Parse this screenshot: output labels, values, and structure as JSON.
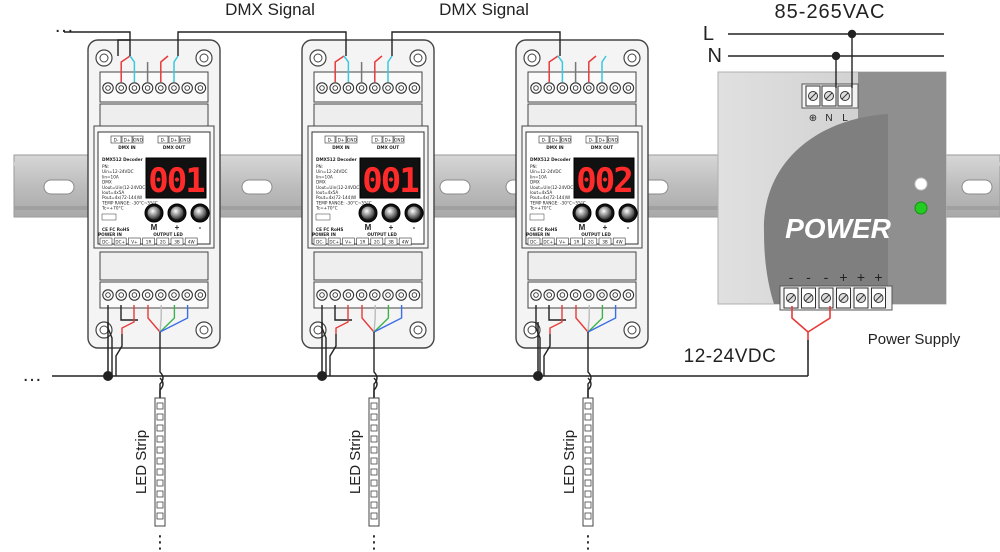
{
  "labels": {
    "dmx_signal_1": "DMX Signal",
    "dmx_signal_2": "DMX Signal",
    "ac_input": "85-265VAC",
    "line_l": "L",
    "line_n": "N",
    "dc_voltage": "12-24VDC",
    "power_supply": "Power Supply",
    "power_text": "POWER",
    "ellipsis_top": "…",
    "ellipsis_bottom": "…",
    "ellipsis_vertical": "⋮"
  },
  "power_supply": {
    "terminal_top_labels": [
      "⊕",
      "N",
      "L"
    ],
    "terminal_bottom_signs": [
      "-",
      "-",
      "-",
      "+",
      "+",
      "+"
    ],
    "led_colors": [
      "#ffffff",
      "#22cc22"
    ]
  },
  "decoder_panel": {
    "title": "DMX512 Decoder",
    "spec_lines": [
      "PN:",
      "Uin=12-24VDC",
      "Iin=10A",
      "DMX",
      "Uout=Uin(12-24VDC)",
      "Iout=4x5A",
      "Pout=4x(72-144)W",
      "TEMP RANGE: -30°C~55°C",
      "Tc=+70°C"
    ],
    "ce_text": "CE FC RoHS",
    "top_terminals": [
      "D-",
      "D+",
      "GND",
      "D-",
      "D+",
      "GND"
    ],
    "top_group_labels": [
      "DMX IN",
      "DMX OUT"
    ],
    "buttons": [
      "M",
      "+",
      "-"
    ],
    "bottom_terminals": [
      "DC-",
      "DC+",
      "V+",
      "1R",
      "2G",
      "3B",
      "4W"
    ],
    "bottom_group_labels": [
      "POWER IN",
      "OUTPUT LED"
    ]
  },
  "decoders": [
    {
      "display": "001"
    },
    {
      "display": "001"
    },
    {
      "display": "002"
    }
  ],
  "led_strips": [
    {
      "label": "LED Strip"
    },
    {
      "label": "LED Strip"
    },
    {
      "label": "LED Strip"
    }
  ],
  "wire_colors": {
    "signal": "#222222",
    "red": "#e83a3a",
    "green": "#3ab34a",
    "blue": "#3a6de8",
    "cyan": "#3ac8e0",
    "white": "#bbbbbb"
  }
}
